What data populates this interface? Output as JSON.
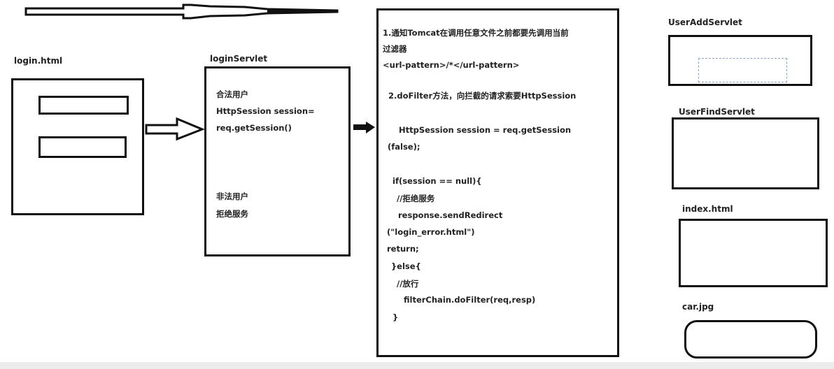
{
  "login_page": {
    "label": "login.html"
  },
  "login_servlet": {
    "label": "loginServlet",
    "lines": [
      "合法用户",
      "HttpSession session=",
      "req.getSession()",
      "非法用户",
      "拒绝服务"
    ]
  },
  "filter": {
    "lines": [
      "1.通知Tomcat在调用任意文件之前都要先调用当前",
      "过滤器",
      "<url-pattern>/*</url-pattern>",
      "2.doFilter方法，向拦截的请求索要HttpSession",
      "HttpSession session = req.getSession",
      "(false);",
      "if(session == null){",
      "//拒绝服务",
      "response.sendRedirect",
      "(\"login_error.html\")",
      "return;",
      "}else{",
      "//放行",
      "filterChain.doFilter(req,resp)",
      "}"
    ]
  },
  "resources": [
    {
      "label": "UserAddServlet"
    },
    {
      "label": "UserFindServlet"
    },
    {
      "label": "index.html"
    },
    {
      "label": "car.jpg"
    }
  ]
}
